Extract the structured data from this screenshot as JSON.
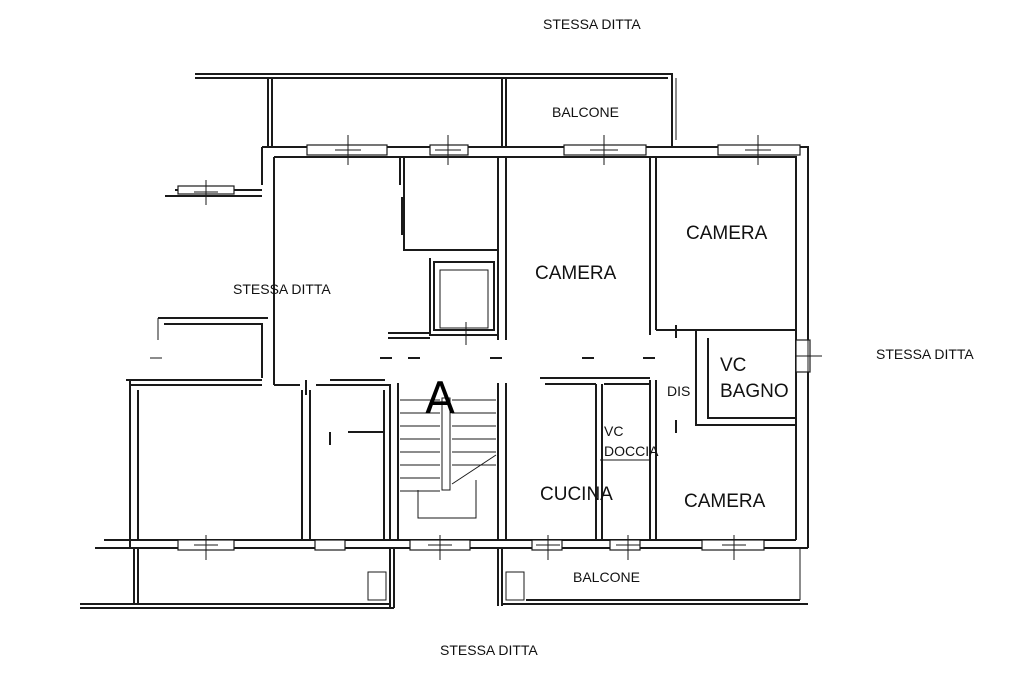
{
  "labels": {
    "top_neighbor": "STESSA DITTA",
    "left_neighbor": "STESSA DITTA",
    "right_neighbor": "STESSA DITTA",
    "bottom_neighbor": "STESSA DITTA",
    "balcone_top": "BALCONE",
    "balcone_bottom": "BALCONE",
    "camera_center": "CAMERA",
    "camera_top_right": "CAMERA",
    "camera_bottom_right": "CAMERA",
    "vc_bagno_1": "VC",
    "vc_bagno_2": "BAGNO",
    "dis": "DIS",
    "vc_doccia_1": "VC",
    "vc_doccia_2": "DOCCIA",
    "cucina": "CUCINA",
    "section_marker": "A"
  }
}
